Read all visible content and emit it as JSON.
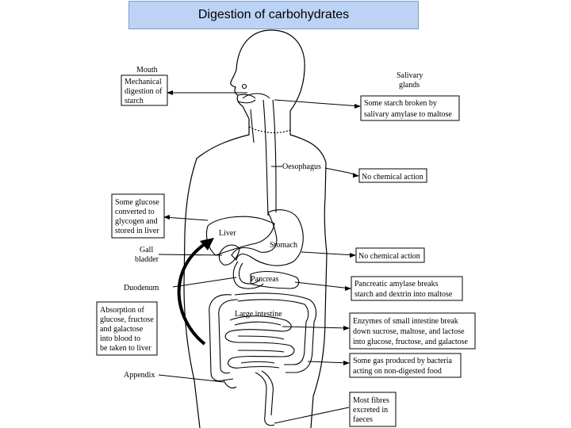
{
  "title": "Digestion of carbohydrates",
  "left": {
    "mouth_heading": "Mouth",
    "mouth_box": [
      "Mechanical",
      "digestion of",
      "starch"
    ],
    "liver_box": [
      "Some glucose",
      "converted to",
      "glycogen and",
      "stored in liver"
    ],
    "gall_bladder": [
      "Gall",
      "bladder"
    ],
    "duodenum": "Duodenum",
    "absorption_box": [
      "Absorption of",
      "glucose, fructose",
      "and galactose",
      "into blood to",
      "be taken to liver"
    ],
    "appendix": "Appendix"
  },
  "organs": {
    "oesophagus": "Oesophagus",
    "liver": "Liver",
    "stomach": "Stomach",
    "pancreas": "Pancreas",
    "large_intestine": "Large intestine"
  },
  "right": {
    "salivary": [
      "Salivary",
      "glands"
    ],
    "saliva_box": [
      "Some starch broken by",
      "salivary amylase to maltose"
    ],
    "oesophagus_box": [
      "No chemical action"
    ],
    "stomach_box": [
      "No chemical action"
    ],
    "pancreas_box": [
      "Pancreatic amylase breaks",
      "starch and dextrin into maltose"
    ],
    "intestine_box": [
      "Enzymes of small intestine break",
      "down sucrose, maltose, and lactose",
      "into glucose, fructose, and galactose"
    ],
    "bacteria_box": [
      "Some gas produced by bacteria",
      "acting on non-digested food"
    ],
    "fibres_box": [
      "Most fibres",
      "excreted in",
      "faeces"
    ]
  }
}
